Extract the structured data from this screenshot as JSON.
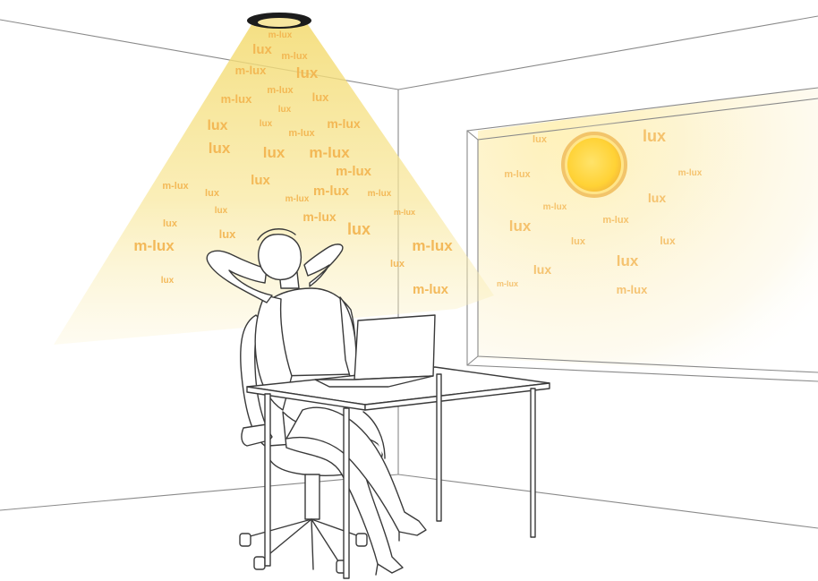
{
  "colors": {
    "light_beam": "#f8e79a",
    "label_text": "#f2b24c",
    "sun_core": "#ffd642",
    "sun_ring": "#f2c46a"
  },
  "labels": {
    "lamp": [
      "m-lux",
      "lux",
      "m-lux",
      "m-lux",
      "lux",
      "m-lux",
      "m-lux",
      "lux",
      "lux",
      "lux",
      "lux",
      "m-lux",
      "m-lux",
      "lux",
      "lux",
      "m-lux",
      "m-lux",
      "m-lux",
      "lux",
      "lux",
      "m-lux",
      "m-lux",
      "m-lux",
      "lux",
      "m-lux",
      "m-lux",
      "lux",
      "lux",
      "lux",
      "m-lux",
      "m-lux",
      "lux",
      "lux",
      "m-lux"
    ],
    "window": [
      "lux",
      "lux",
      "m-lux",
      "m-lux",
      "lux",
      "m-lux",
      "m-lux",
      "lux",
      "lux",
      "lux",
      "lux",
      "lux",
      "m-lux",
      "m-lux"
    ]
  }
}
